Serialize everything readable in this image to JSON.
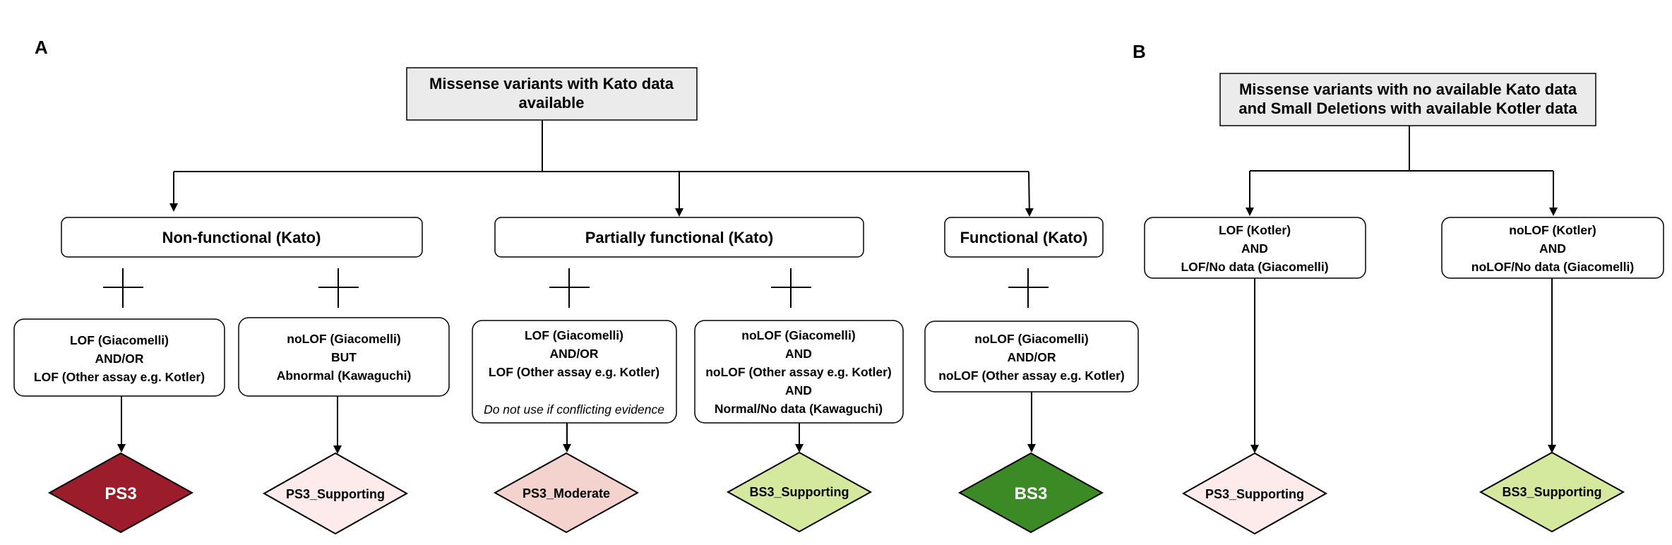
{
  "panels": {
    "a": "A",
    "b": "B"
  },
  "a": {
    "top_lines": [
      "Missense variants with Kato data",
      "available"
    ],
    "categories": {
      "nonfunctional": "Non-functional (Kato)",
      "partial": "Partially functional (Kato)",
      "functional": "Functional (Kato)"
    },
    "conditions": {
      "c1": [
        "LOF (Giacomelli)",
        "AND/OR",
        "LOF (Other assay e.g. Kotler)"
      ],
      "c2": [
        "noLOF (Giacomelli)",
        "BUT",
        "Abnormal (Kawaguchi)"
      ],
      "c3": [
        "LOF (Giacomelli)",
        "AND/OR",
        "LOF (Other assay e.g. Kotler)"
      ],
      "c3_note": "Do not use if conflicting evidence",
      "c4": [
        "noLOF (Giacomelli)",
        "AND",
        "noLOF (Other assay e.g. Kotler)",
        "AND",
        "Normal/No data (Kawaguchi)"
      ],
      "c5": [
        "noLOF (Giacomelli)",
        "AND/OR",
        "noLOF (Other assay e.g. Kotler)"
      ]
    },
    "outcomes": {
      "o1": "PS3",
      "o2": "PS3_Supporting",
      "o3": "PS3_Moderate",
      "o4": "BS3_Supporting",
      "o5": "BS3"
    }
  },
  "b": {
    "top_lines": [
      "Missense variants with no available Kato data",
      "and Small Deletions with available Kotler data"
    ],
    "conditions": {
      "c1": [
        "LOF (Kotler)",
        "AND",
        "LOF/No data (Giacomelli)"
      ],
      "c2": [
        "noLOF (Kotler)",
        "AND",
        "noLOF/No data (Giacomelli)"
      ]
    },
    "outcomes": {
      "o1": "PS3_Supporting",
      "o2": "BS3_Supporting"
    }
  },
  "colors": {
    "ps3": "#9b1c2a",
    "ps3_supporting": "#fdeaea",
    "ps3_moderate": "#f4d3cf",
    "bs3_supporting": "#d4e89e",
    "bs3": "#3b8a26",
    "header_box": "#ebebeb"
  }
}
